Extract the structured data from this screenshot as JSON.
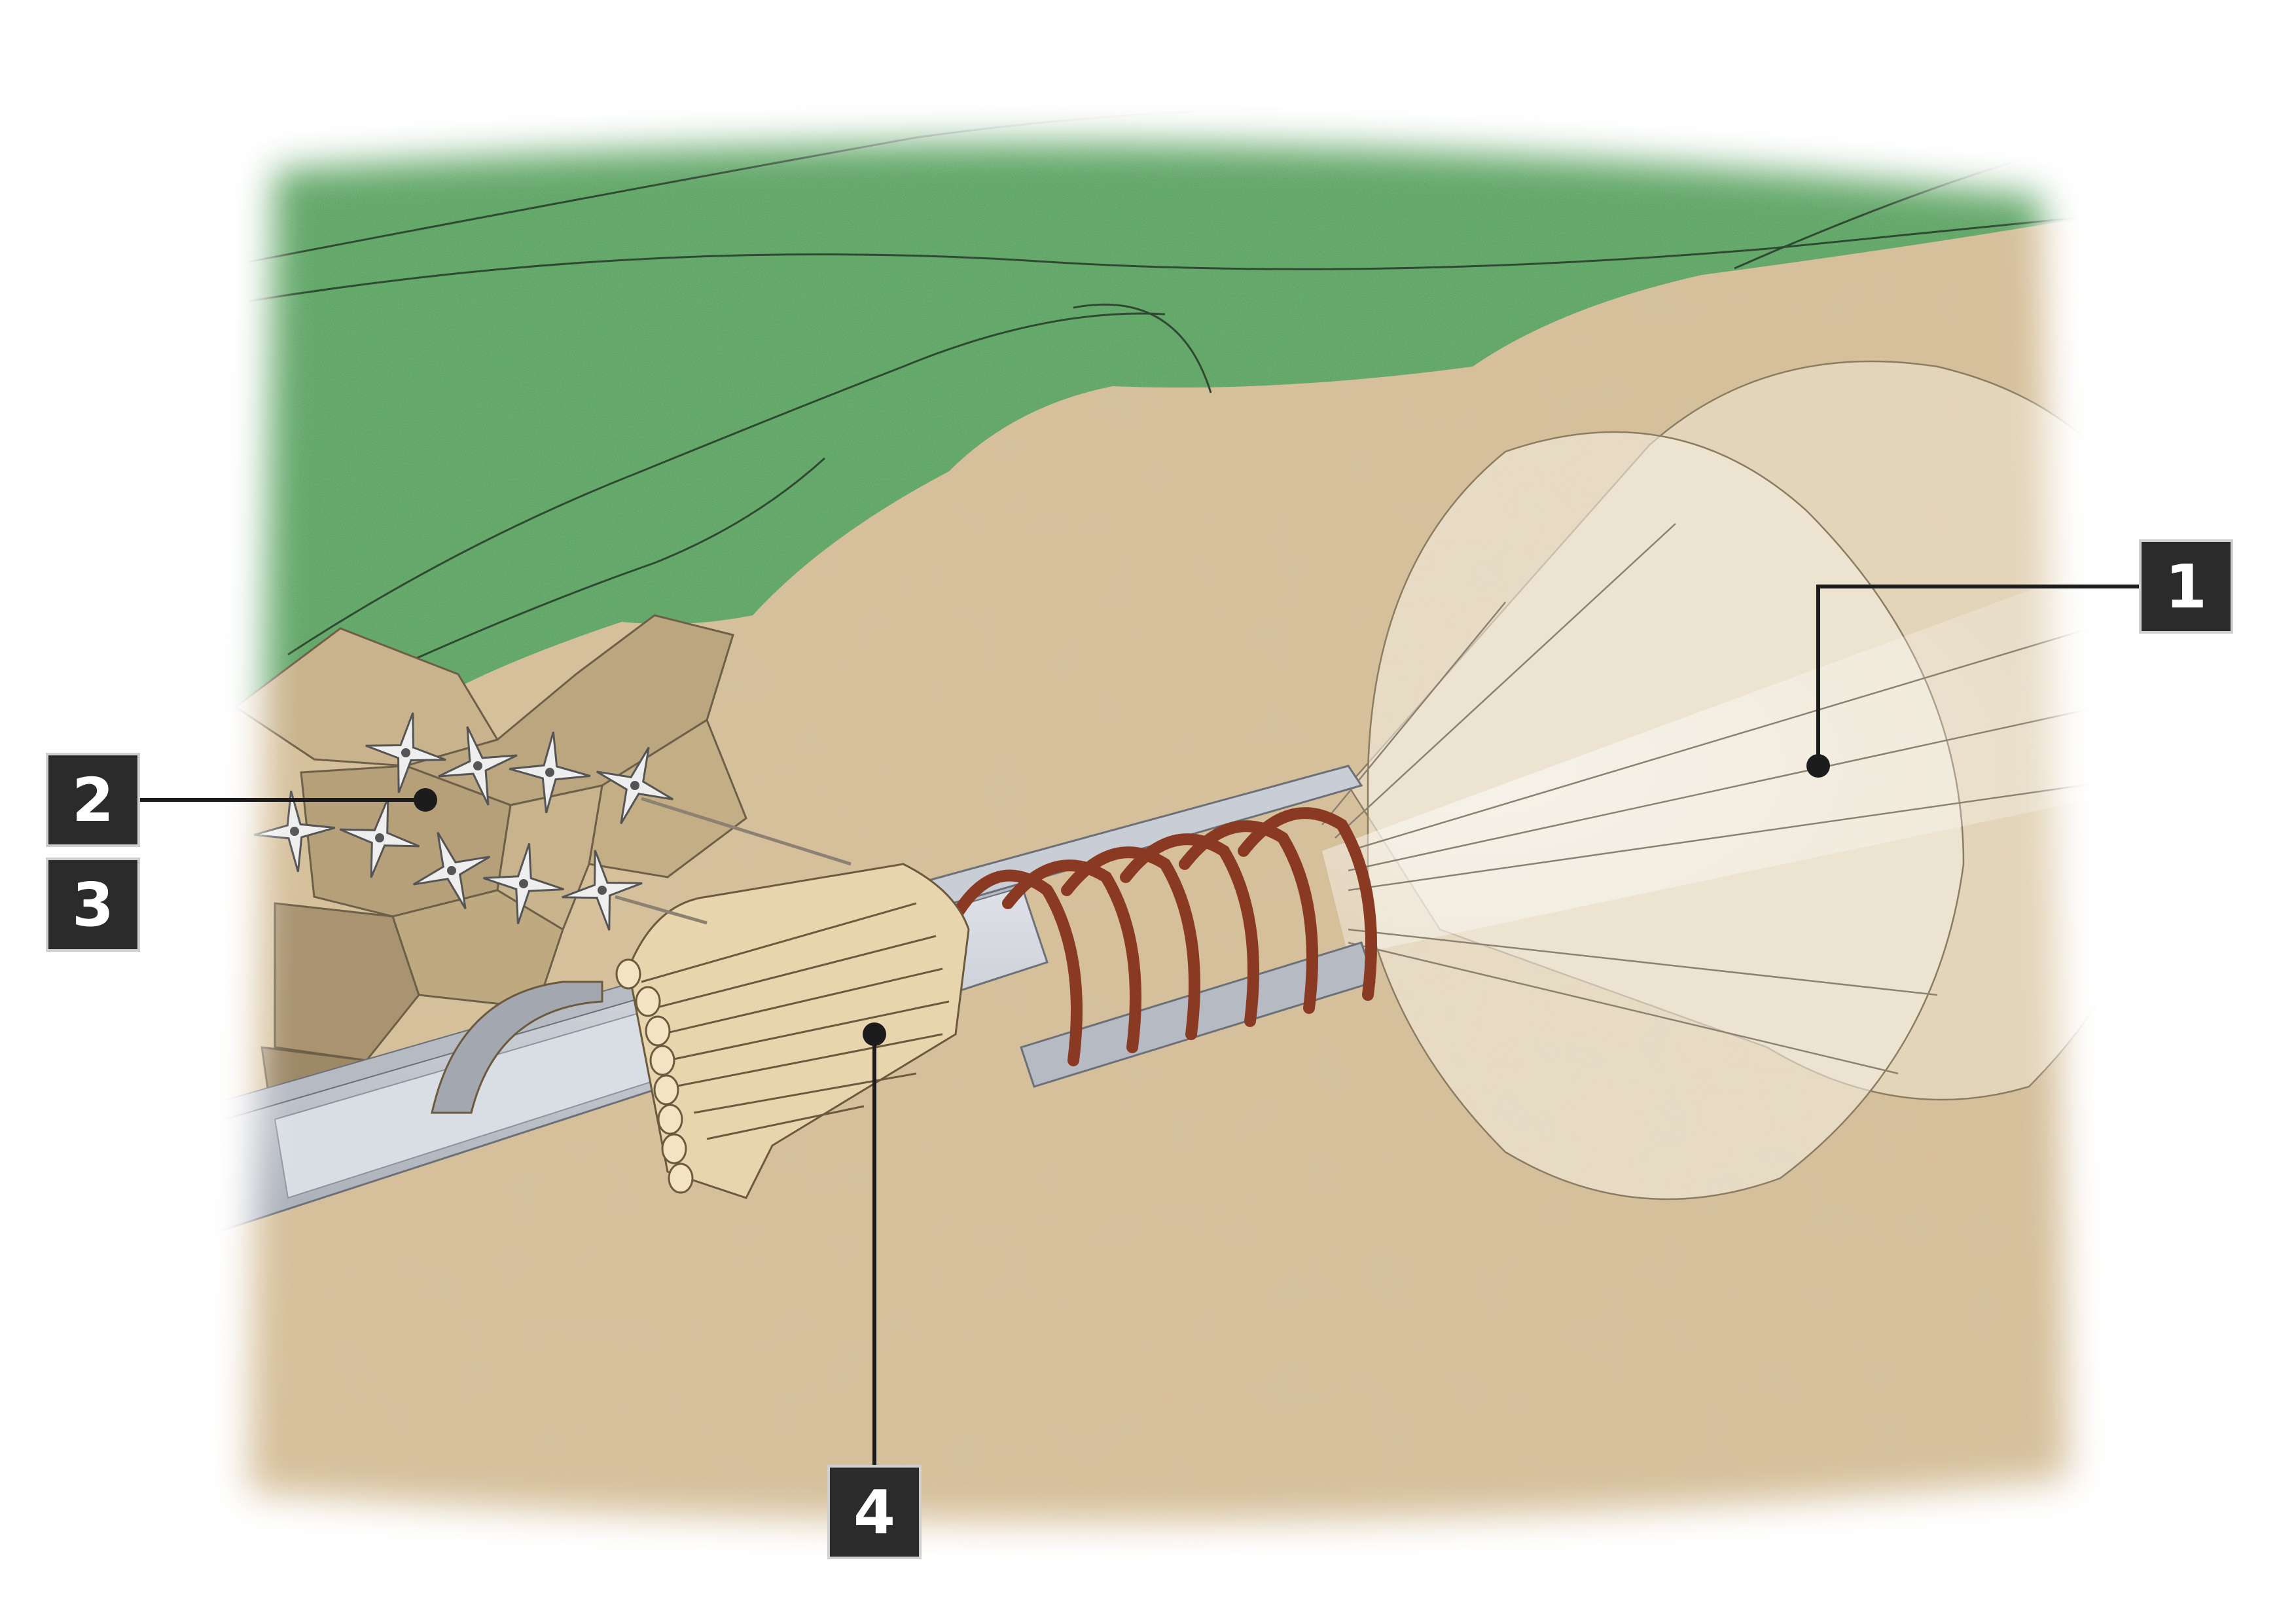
{
  "colors": {
    "soil": "#d7c09a",
    "soil_dark": "#b79f78",
    "grass": "#4f9a55",
    "grass_light": "#86c084",
    "pipe": "#c9cdd5",
    "pipe_dark": "#8e939c",
    "log": "#e8d4ad",
    "log_edge": "#6c5a3e",
    "rib": "#8a3a22",
    "badge": "#2b2b2b"
  },
  "callouts": [
    {
      "id": "1",
      "label": "1"
    },
    {
      "id": "2",
      "label": "2"
    },
    {
      "id": "3",
      "label": "3"
    },
    {
      "id": "4",
      "label": "4"
    }
  ]
}
